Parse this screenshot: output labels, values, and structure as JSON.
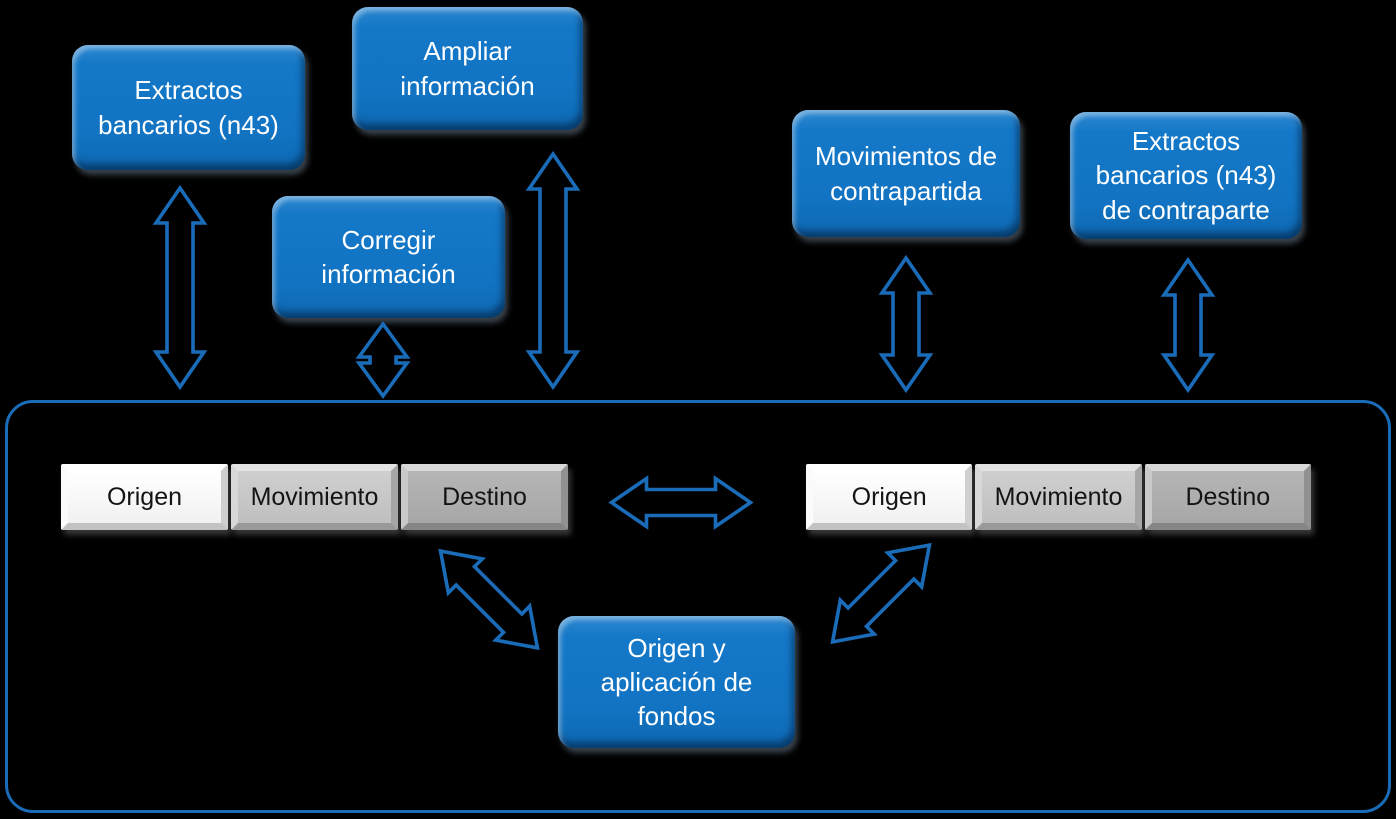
{
  "boxes": [
    {
      "id": "extractos-bancarios-n43",
      "label": "Extractos bancarios (n43)"
    },
    {
      "id": "ampliar-informacion",
      "label": "Ampliar información"
    },
    {
      "id": "corregir-informacion",
      "label": "Corregir información"
    },
    {
      "id": "movimientos-de-contrapartida",
      "label": "Movimientos de contrapartida"
    },
    {
      "id": "extractos-bancarios-n43-de-contraparte",
      "label": "Extractos bancarios (n43) de contraparte"
    },
    {
      "id": "origen-y-aplicacion-de-fondos",
      "label": "Origen y aplicación de fondos"
    }
  ],
  "bars": [
    {
      "side": "left",
      "segments": [
        "Origen",
        "Movimiento",
        "Destino"
      ]
    },
    {
      "side": "right",
      "segments": [
        "Origen",
        "Movimiento",
        "Destino"
      ]
    }
  ],
  "connectors": [
    {
      "id": "arrow-extractos-panel",
      "style": "outlined-double-headed",
      "orientation": "vertical",
      "between": [
        "Extractos bancarios (n43)",
        "panel"
      ]
    },
    {
      "id": "arrow-ampliar-panel",
      "style": "outlined-double-headed",
      "orientation": "vertical",
      "between": [
        "Ampliar información",
        "panel"
      ]
    },
    {
      "id": "arrow-corregir-panel",
      "style": "outlined-double-headed",
      "orientation": "vertical",
      "between": [
        "Corregir información",
        "panel"
      ]
    },
    {
      "id": "arrow-movimientos-panel",
      "style": "outlined-double-headed",
      "orientation": "vertical",
      "between": [
        "Movimientos de contrapartida",
        "panel"
      ]
    },
    {
      "id": "arrow-extractos-contraparte-panel",
      "style": "outlined-double-headed",
      "orientation": "vertical",
      "between": [
        "Extractos bancarios (n43) de contraparte",
        "panel"
      ]
    },
    {
      "id": "arrow-left-bar-right-bar",
      "style": "outlined-double-headed",
      "orientation": "horizontal",
      "between": [
        "left bar",
        "right bar"
      ]
    },
    {
      "id": "arrow-left-bar-origen-fondos",
      "style": "outlined-double-headed",
      "orientation": "diagonal",
      "between": [
        "left bar",
        "Origen y aplicación de fondos"
      ]
    },
    {
      "id": "arrow-right-bar-origen-fondos",
      "style": "outlined-double-headed",
      "orientation": "diagonal",
      "between": [
        "right bar",
        "Origen y aplicación de fondos"
      ]
    }
  ],
  "colors": {
    "background": "#000000",
    "box_blue": "#1173C2",
    "arrow_blue": "#1A6CB9",
    "panel_border_blue": "#1A6CB9",
    "segment_origen": "#FBFBFB",
    "segment_movimiento": "#C6C6C6",
    "segment_destino": "#AEAEAE",
    "box_text": "#FFFFFF",
    "segment_text": "#141414"
  }
}
